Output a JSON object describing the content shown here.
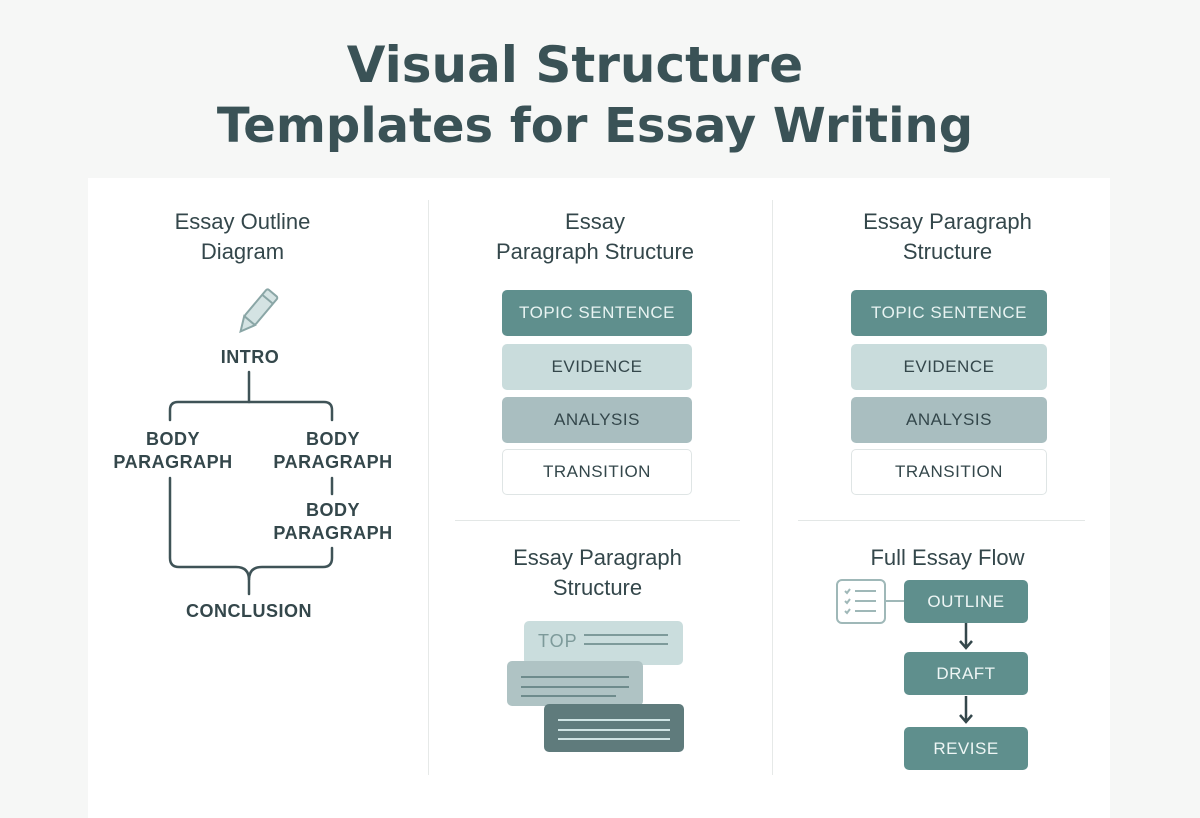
{
  "title": {
    "line1": "Visual Structure",
    "line2": "Templates for Essay Writing"
  },
  "outline": {
    "heading_line1": "Essay Outline",
    "heading_line2": "Diagram",
    "intro": "INTRO",
    "body1_line1": "BODY",
    "body1_line2": "PARAGRAPH",
    "body2_line1": "BODY",
    "body2_line2": "PARAGRAPH",
    "body3_line1": "BODY",
    "body3_line2": "PARAGRAPH",
    "conclusion": "CONCLUSION"
  },
  "paragraph_a": {
    "heading_line1": "Essay",
    "heading_line2": "Paragraph Structure",
    "items": [
      "TOPIC SENTENCE",
      "EVIDENCE",
      "ANALYSIS",
      "TRANSITION"
    ]
  },
  "paragraph_b": {
    "heading_line1": "Essay Paragraph",
    "heading_line2": "Structure",
    "items": [
      "TOPIC SENTENCE",
      "EVIDENCE",
      "ANALYSIS",
      "TRANSITION"
    ]
  },
  "paragraph_c": {
    "heading_line1": "Essay Paragraph",
    "heading_line2": "Structure",
    "top_label": "TOP"
  },
  "flow": {
    "heading": "Full Essay Flow",
    "steps": [
      "OUTLINE",
      "DRAFT",
      "REVISE"
    ]
  },
  "colors": {
    "dark": "#5f8f8d",
    "light": "#c9dcdc",
    "mid": "#a9bec0",
    "text": "#34474b"
  }
}
